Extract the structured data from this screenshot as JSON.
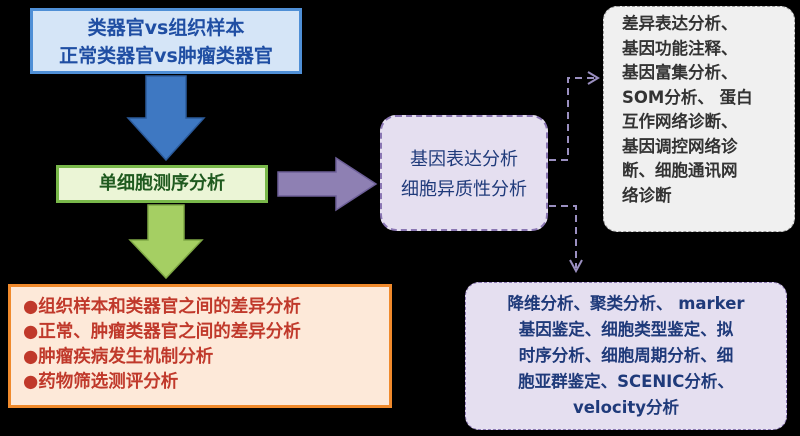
{
  "top_box": {
    "lines": [
      "类器官vs组织样本",
      "正常类器官vs肿瘤类器官"
    ]
  },
  "mid_box": {
    "label": "单细胞测序分析"
  },
  "bottom_box": {
    "items": [
      "●组织样本和类器官之间的差异分析",
      "●正常、肿瘤类器官之间的差异分析",
      "●肿瘤疾病发生机制分析",
      "●药物筛选测评分析"
    ]
  },
  "center_box": {
    "lines": [
      "基因表达分析",
      "细胞异质性分析"
    ]
  },
  "right_top_box": {
    "lines": [
      "差异表达分析、",
      "基因功能注释、",
      "基因富集分析、",
      "SOM分析、 蛋白",
      "互作网络诊断、",
      "基因调控网络诊",
      "断、细胞通讯网",
      "络诊断"
    ]
  },
  "right_bottom_box": {
    "lines": [
      "降维分析、聚类分析、 marker",
      "基因鉴定、细胞类型鉴定、拟",
      "时序分析、细胞周期分析、细",
      "胞亚群鉴定、SCENIC分析、",
      "velocity分析"
    ]
  },
  "colors": {
    "blue_arrow": "#3e78c2",
    "green_arrow": "#a5cf63",
    "purple_arrow": "#8e80b3",
    "connector": "#9a8fc0"
  }
}
